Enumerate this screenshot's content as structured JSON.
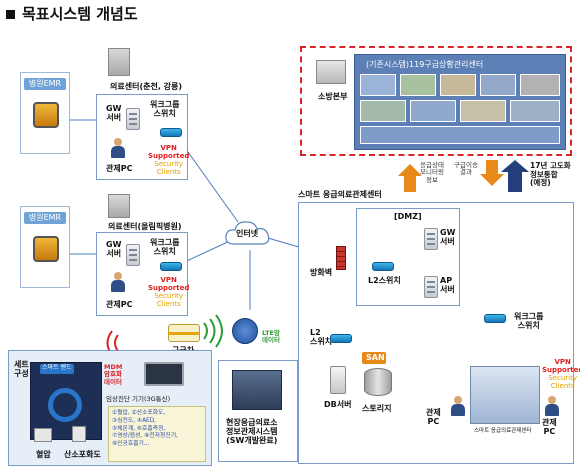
{
  "title": "목표시스템 개념도",
  "hospitals": [
    {
      "emr": "병원EMR",
      "center": "의료센터(춘천, 강릉)",
      "gw_server": "GW\n서버",
      "workgroup_switch": "워크그룹\n스위치",
      "control_pc": "관제PC",
      "vpn_line1": "VPN",
      "vpn_line2": "Supported",
      "vpn_line3": "Security",
      "vpn_line4": "Clients"
    },
    {
      "emr": "병원EMR",
      "center": "의료센터(올림픽병원)",
      "gw_server": "GW\n서버",
      "workgroup_switch": "워크그룹\n스위치",
      "control_pc": "관제PC",
      "vpn_line1": "VPN",
      "vpn_line2": "Supported",
      "vpn_line3": "Security",
      "vpn_line4": "Clients"
    }
  ],
  "internet": "인터넷",
  "fire_hq": {
    "banner": "(기존시스템)119구급상황관리센터",
    "label": "소방본부"
  },
  "exchange": {
    "left": "응급상태\n모니터링\n정보",
    "right": "구급이송\n결과",
    "future": "17년 고도화\n정보통합\n(예정)"
  },
  "smart_center": {
    "label": "스마트 응급의료관제센터",
    "dmz": "[DMZ]",
    "firewall": "방화벽",
    "l2_switch_dmz": "L2스위치",
    "gw_server": "GW\n서버",
    "ap_server": "AP\n서버",
    "l2_switch": "L2\n스위치",
    "workgroup_switch": "워크그룹\n스위치",
    "san": "SAN",
    "db_server": "DB서버",
    "storage": "스토리지",
    "control_pc_left": "관제\nPC",
    "control_pc_right": "관제\nPC",
    "center_caption": "스마트 응급의료관제센터",
    "vpn_line1": "VPN",
    "vpn_line2": "Supported",
    "vpn_line3": "Security",
    "vpn_line4": "Clients"
  },
  "ambulance": {
    "label": "구급차",
    "lte": "LTE망\n데이터"
  },
  "field": {
    "label": "현장응급의료소\n정보관제시스템\n(SW개발완료)"
  },
  "kit": {
    "set_label": "세트\n구성",
    "device_tag": "스마트 밴드",
    "mdm_label": "MDM\n암호화\n데이터",
    "clinical": "임상진단 기기(3G통신)",
    "legend": "①혈압, ②산소포화도,\n③심전도, ④AED,\n⑤체온계, ⑥호흡측정,\n⑦영상/음성, ⑧전자청진기,\n⑨인공호흡기...",
    "bp": "혈압",
    "spo2": "산소포화도"
  },
  "colors": {
    "accent_blue": "#6fa3d8",
    "red_dash": "#d9242a",
    "arrow_orange": "#e88a1a",
    "arrow_navy": "#253f7c"
  }
}
